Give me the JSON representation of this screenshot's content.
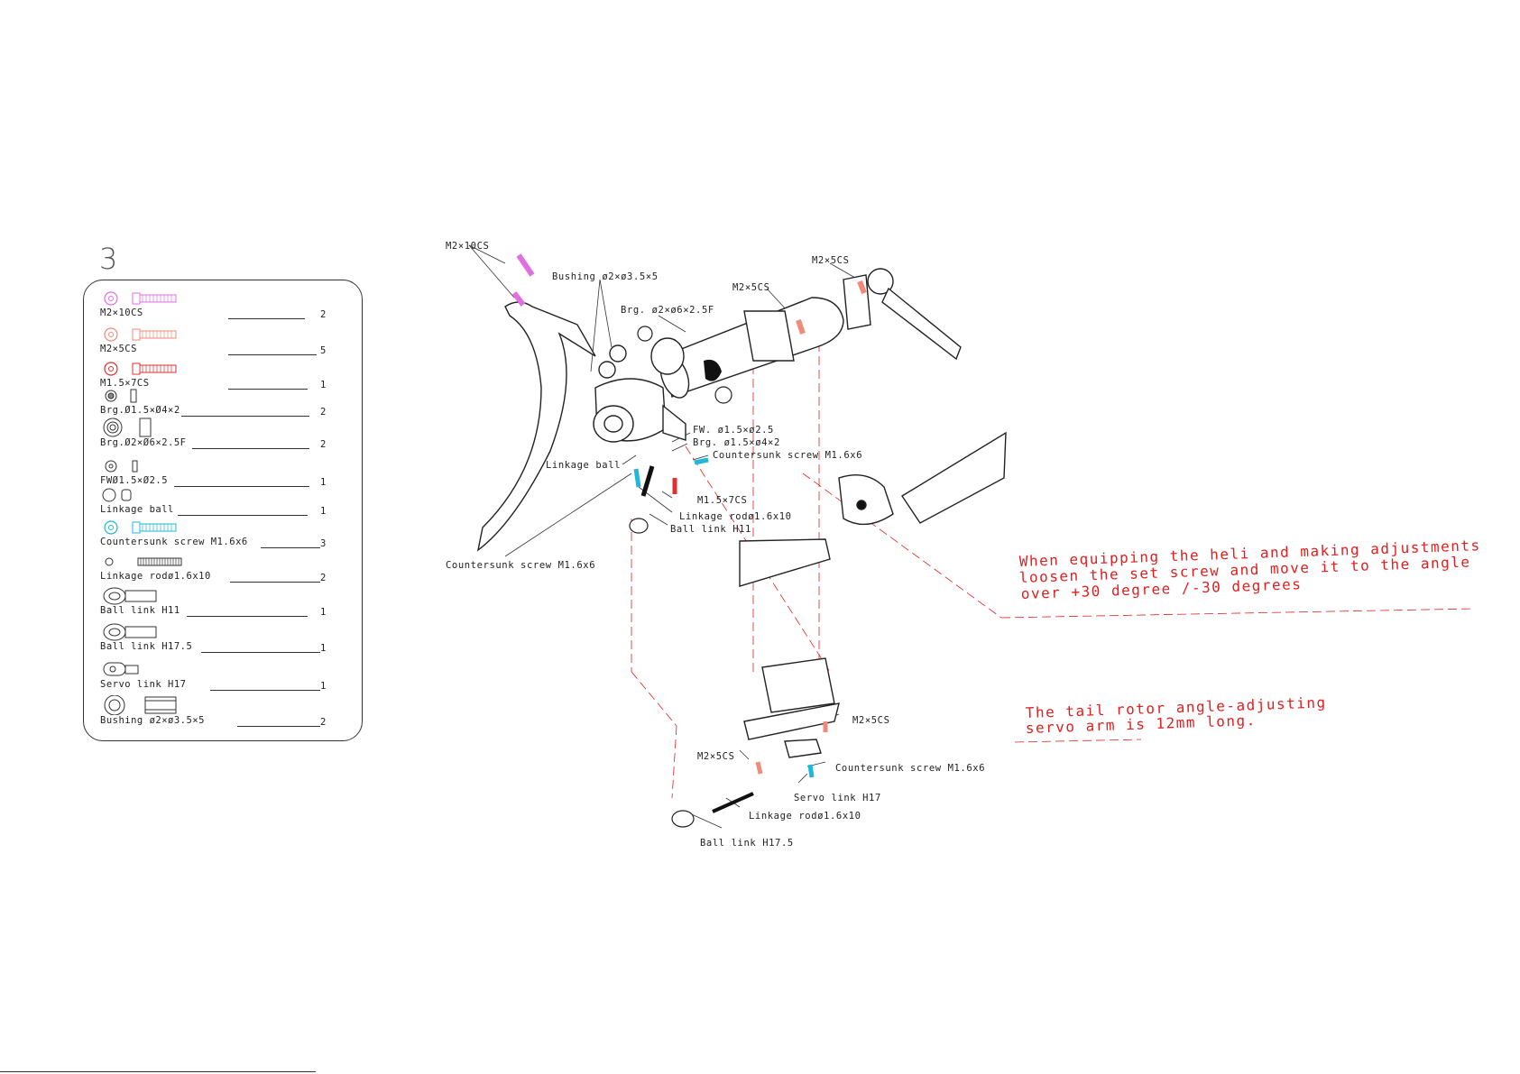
{
  "step_number": "3",
  "parts_list": [
    {
      "name": "M2×10CS",
      "qty": "2",
      "color": "#e070e0",
      "icon": "screw-icon"
    },
    {
      "name": "M2×5CS",
      "qty": "5",
      "color": "#f08a7a",
      "icon": "screw-icon"
    },
    {
      "name": "M1.5×7CS",
      "qty": "1",
      "color": "#e03030",
      "icon": "screw-icon"
    },
    {
      "name": "Brg.Ø1.5×Ø4×2",
      "qty": "2",
      "color": "#333333",
      "icon": "bearing-icon"
    },
    {
      "name": "Brg.Ø2×Ø6×2.5F",
      "qty": "2",
      "color": "#333333",
      "icon": "flanged-bearing-icon"
    },
    {
      "name": "FWØ1.5×Ø2.5",
      "qty": "1",
      "color": "#333333",
      "icon": "washer-icon"
    },
    {
      "name": "Linkage ball",
      "qty": "1",
      "color": "#333333",
      "icon": "linkage-ball-icon"
    },
    {
      "name": "Countersunk screw M1.6x6",
      "qty": "3",
      "color": "#20b8d8",
      "icon": "screw-icon"
    },
    {
      "name": "Linkage rodø1.6x10",
      "qty": "2",
      "color": "#333333",
      "icon": "threaded-rod-icon"
    },
    {
      "name": "Ball link  H11",
      "qty": "1",
      "color": "#333333",
      "icon": "ball-link-icon"
    },
    {
      "name": "Ball link  H17.5",
      "qty": "1",
      "color": "#333333",
      "icon": "ball-link-icon"
    },
    {
      "name": "Servo link H17",
      "qty": "1",
      "color": "#333333",
      "icon": "servo-link-icon"
    },
    {
      "name": "Bushing ø2×ø3.5×5",
      "qty": "2",
      "color": "#333333",
      "icon": "bushing-icon"
    }
  ],
  "callouts": {
    "m2x10cs": "M2×10CS",
    "bushing": "Bushing ø2×ø3.5×5",
    "m2x5cs_top_right": "M2×5CS",
    "m2x5cs_boom": "M2×5CS",
    "brg_flanged": "Brg. ø2×ø6×2.5F",
    "fw": "FW. ø1.5×ø2.5",
    "brg_small": "Brg. ø1.5×ø4×2",
    "countersunk_top": "Countersunk screw M1.6x6",
    "linkage_ball": "Linkage ball",
    "m15x7cs": "M1.5×7CS",
    "linkage_rod_top": "Linkage rodø1.6x10",
    "ball_link_h11": "Ball link  H11",
    "countersunk_left": "Countersunk screw M1.6x6",
    "m2x5cs_servo_right": "M2×5CS",
    "m2x5cs_servo_left": "M2×5CS",
    "countersunk_servo": "Countersunk screw M1.6x6",
    "servo_link": "Servo link H17",
    "linkage_rod_bottom": "Linkage rodø1.6x10",
    "ball_link_h175": "Ball link  H17.5"
  },
  "notes": {
    "adjust_line1": "When equipping the heli and making adjustments",
    "adjust_line2": "loosen the set screw and move it to the angle",
    "adjust_line3": "over +30 degree /-30 degrees",
    "servo_line1": "The tail rotor angle-adjusting",
    "servo_line2": "servo arm is 12mm long."
  },
  "colors": {
    "screw_m2x10": "#e070e0",
    "screw_m2x5": "#f08a7a",
    "screw_m15": "#e03030",
    "countersunk": "#20b8d8",
    "note_red": "#e02020",
    "line": "#333333"
  }
}
